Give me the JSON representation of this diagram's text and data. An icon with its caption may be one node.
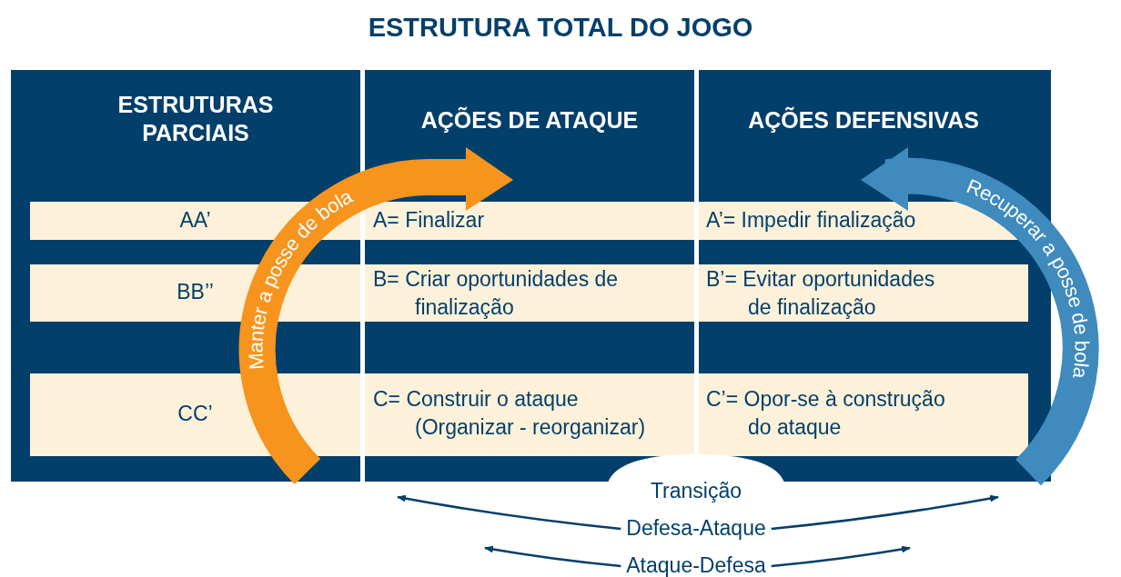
{
  "diagram": {
    "title": "ESTRUTURA TOTAL DO JOGO",
    "nodes": [
      {
        "text": [
          "Transição"
        ]
      },
      {
        "text": [
          "Defesa-Ataque"
        ]
      },
      {
        "text": [
          "Ataque-Defesa"
        ]
      }
    ],
    "edges": [
      {
        "from": 1,
        "to": null,
        "arrow": "to"
      },
      {
        "from": 1,
        "to": null,
        "arrow": "to"
      },
      {
        "from": 2,
        "to": null,
        "arrow": "to"
      },
      {
        "from": 2,
        "to": null,
        "arrow": "to"
      }
    ],
    "labels": [
      "ESTRUTURAS PARCIAIS",
      "AÇÕES DE ATAQUE",
      "AÇÕES DEFENSIVAS",
      "Manter a posse de bola",
      "Recuperar a posse de bola",
      "AA’",
      "A= Finalizar",
      "A’= Impedir finalização",
      "BB’’",
      "B= Criar oportunidades de finalização",
      "B’= Evitar oportunidades de finalização",
      "CC’",
      "C= Construir o ataque (Organizar - reorganizar)",
      "C’= Opor-se à construção do ataque"
    ]
  }
}
